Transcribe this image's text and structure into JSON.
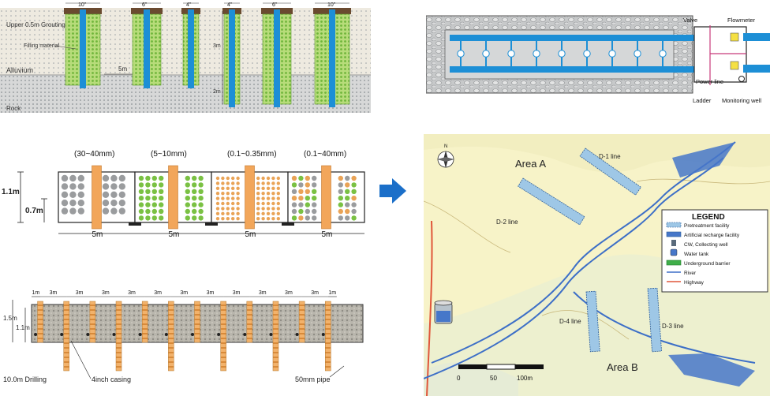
{
  "wells": {
    "sizes": [
      "10\"",
      "6\"",
      "4\"",
      "4\"",
      "6\"",
      "10\""
    ],
    "grout_label": "Upper 0.5m Grouting",
    "fill_label": "Filling material",
    "alluvium_label": "Alluvium",
    "rock_label": "Rock",
    "spacing_label": "5m",
    "depth_label_1": "3m",
    "depth_label_2": "2m"
  },
  "tank": {
    "valve_label": "Valve",
    "flowmeter_label": "Flowmeter",
    "power_label": "Power line",
    "ladder_label": "Ladder",
    "monitoring_label": "Monitoring well"
  },
  "filters": {
    "sizes": [
      "(30~40mm)",
      "(5~10mm)",
      "(0.1~0.35mm)",
      "(0.1~40mm)"
    ],
    "height_outer": "1.1m",
    "height_inner": "0.7m",
    "width_label": "5m"
  },
  "drilling": {
    "spacing_labels": [
      "1m",
      "3m",
      "3m",
      "3m",
      "3m",
      "3m",
      "3m",
      "3m",
      "3m",
      "3m",
      "3m",
      "3m",
      "1m"
    ],
    "height_outer": "1.5m",
    "height_inner": "1.1m",
    "drilling_label": "10.0m Drilling",
    "casing_label": "4inch casing",
    "pipe_label": "50mm pipe"
  },
  "map": {
    "area_a": "Area A",
    "area_b": "Area B",
    "lines": [
      "D-1 line",
      "D-2 line",
      "D-3 line",
      "D-4 line"
    ],
    "north": "N",
    "scale_ticks": [
      "0",
      "50",
      "100m"
    ],
    "legend_title": "LEGEND",
    "legend_items": [
      "Pretreatment facility",
      "Artificial recharge facility",
      "CW, Collecting well",
      "Water tank",
      "Underground barrier",
      "River",
      "Highway"
    ]
  },
  "colors": {
    "pipe_blue": "#1d8fd6",
    "filter_green": "#7ac143",
    "casing_orange": "#f2a65a",
    "arrow_blue": "#1b6fc9",
    "map_bg": "#f7f3c8",
    "river_blue": "#3d6fc7",
    "highway_red": "#e0563a"
  }
}
